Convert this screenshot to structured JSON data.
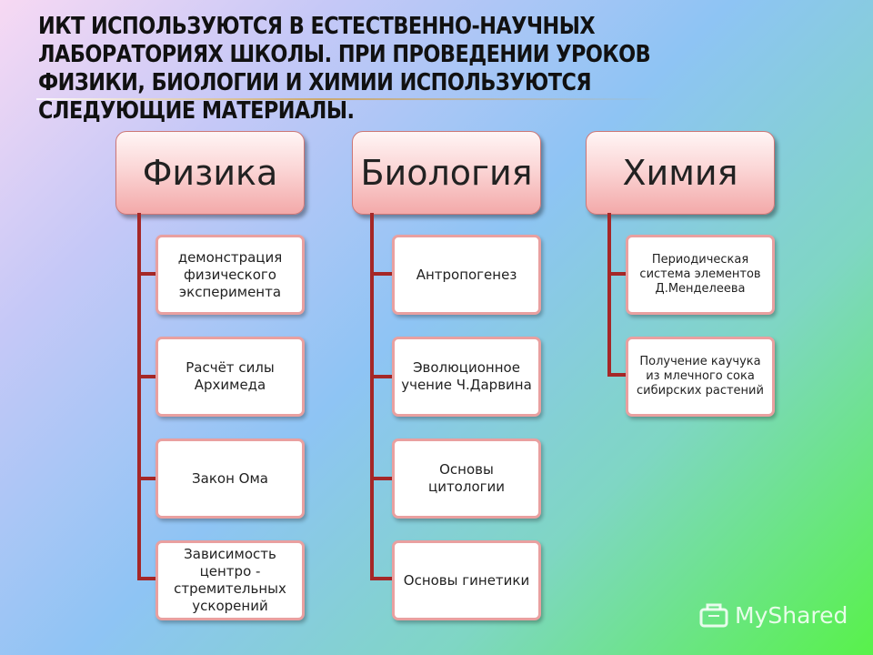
{
  "slide": {
    "title": "ИКТ используются в естественно-научных лабораториях школы. При проведении уроков физики, биологии и химии используются следующие материалы."
  },
  "columns": [
    {
      "header": "Физика",
      "items": [
        "демонстрация физического эксперимента",
        "Расчёт силы Архимеда",
        "Закон Ома",
        "Зависимость центро - стремительных ускорений"
      ]
    },
    {
      "header": "Биология",
      "items": [
        "Антропогенез",
        "Эволюционное учение Ч.Дарвина",
        "Основы цитологии",
        "Основы гинетики"
      ]
    },
    {
      "header": "Химия",
      "items": [
        "Периодическая система элементов Д.Менделеева",
        "Получение каучука из млечного сока сибирских растений"
      ]
    }
  ],
  "watermark": {
    "text": "MyShared",
    "icon": "myshared-logo-icon"
  },
  "colors": {
    "header_fill": "#f3a9a9",
    "item_border": "#e9a0a0",
    "connector": "#a52727"
  }
}
